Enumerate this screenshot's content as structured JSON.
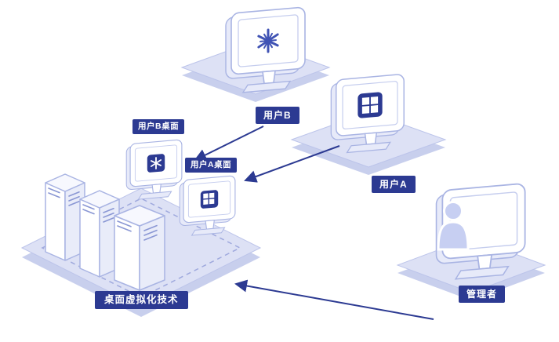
{
  "diagram": {
    "nodes": {
      "user_b": {
        "label": "用户B"
      },
      "user_a": {
        "label": "用户A"
      },
      "admin": {
        "label": "管理者"
      },
      "server_group": {
        "label": "桌面虚拟化技术"
      },
      "user_b_desktop": {
        "label": "用户B桌面"
      },
      "user_a_desktop": {
        "label": "用户A桌面"
      }
    },
    "icons": {
      "user_b_screen": "snowflake-logo",
      "user_b_desktop_screen": "snowflake-logo",
      "user_a_screen": "windows-logo",
      "user_a_desktop_screen": "windows-logo",
      "admin_screen": "person-silhouette"
    },
    "colors": {
      "label_background": "#2c3a92",
      "label_text": "#ffffff",
      "arrow": "#2c3a92",
      "platform_top": "#dde1f5",
      "platform_side": "#c8cfed",
      "device_outline": "#a9b4e3",
      "device_fill": "#ffffff",
      "logo_navy": "#2c3a92",
      "snowflake_blue": "#4053b4",
      "person_fill": "#c7cff2"
    }
  }
}
